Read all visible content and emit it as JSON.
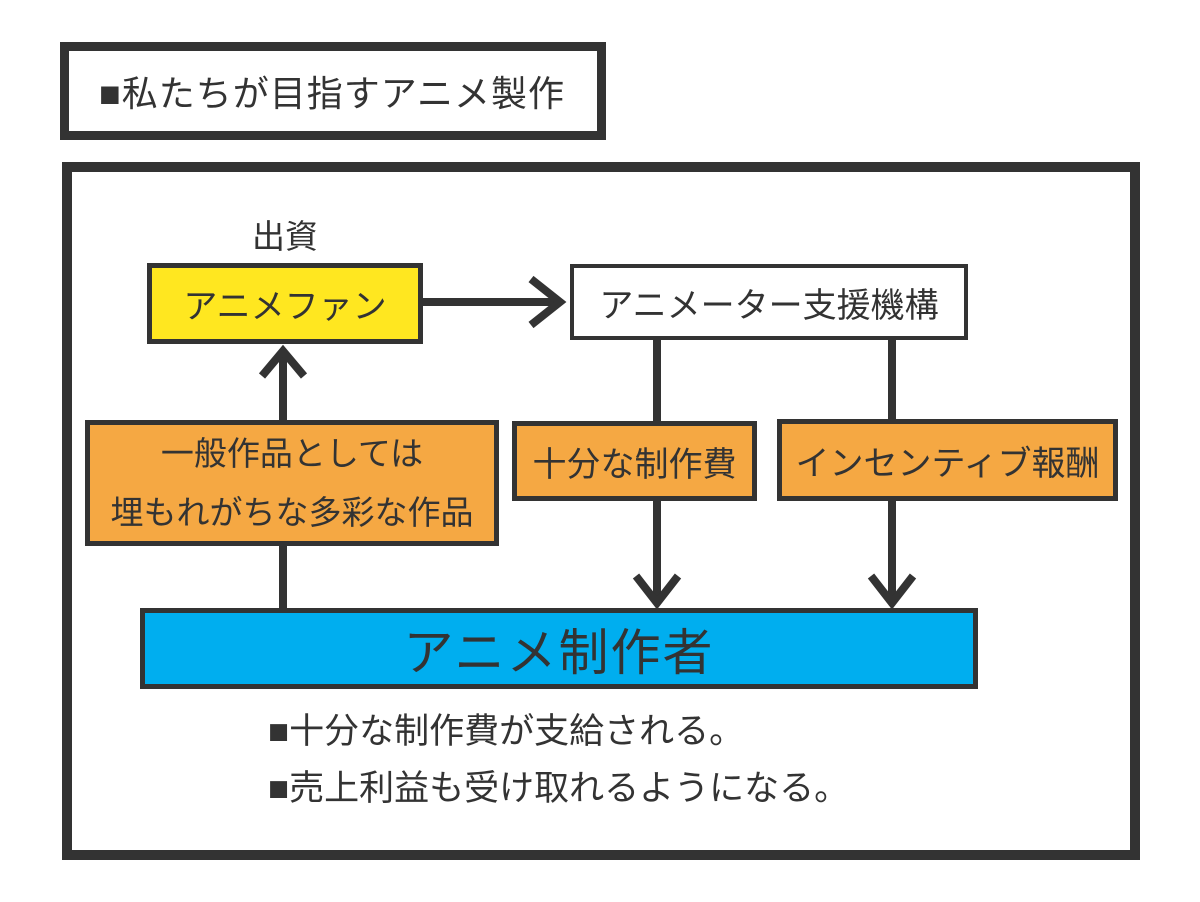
{
  "page": {
    "background": "#ffffff",
    "ink_color": "#333333"
  },
  "title": {
    "text": "■私たちが目指すアニメ製作"
  },
  "diagram": {
    "funding_label": "出資",
    "nodes": {
      "anime_fan": {
        "label": "アニメファン",
        "fill": "#FFE720"
      },
      "animator_support": {
        "label": "アニメーター支援機構",
        "fill": "#FFFFFF"
      },
      "diverse_works": {
        "line1": "一般作品としては",
        "line2": "埋もれがちな多彩な作品",
        "fill": "#F5A843"
      },
      "production_fee": {
        "label": "十分な制作費",
        "fill": "#F5A843"
      },
      "incentive": {
        "label": "インセンティブ報酬",
        "fill": "#F5A843"
      },
      "anime_creator": {
        "label": "アニメ制作者",
        "fill": "#00AEEF"
      }
    },
    "notes": [
      "■十分な制作費が支給される。",
      "■売上利益も受け取れるようになる。"
    ]
  }
}
